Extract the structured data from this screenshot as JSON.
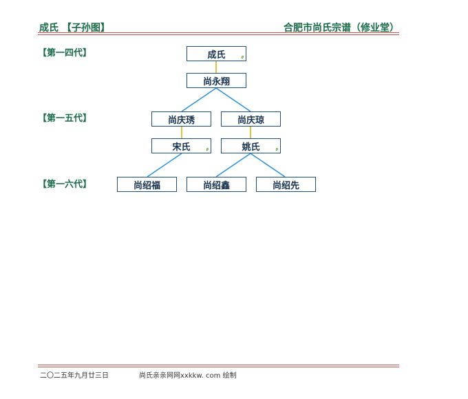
{
  "header": {
    "title_left": "成氏 【子孙图】",
    "title_right": "合肥市尚氏宗谱（修业堂）"
  },
  "generations": [
    "【第一四代】",
    "【第一五代】",
    "【第一六代】"
  ],
  "nodes": {
    "chengshi": "成氏",
    "yongxiang": "尚永翔",
    "qingxiu": "尚庆琇",
    "qingqiong": "尚庆琼",
    "songshi": "宋氏",
    "yaoshi": "姚氏",
    "shaofu": "尚绍福",
    "shaoxin": "尚绍鑫",
    "shaoxian": "尚绍先"
  },
  "footer": {
    "date": "二〇二五年九月廿三日",
    "credit": "尚氏亲亲网网xxkkw. com 绘制"
  },
  "colors": {
    "header_green": "#1a6b4a",
    "rule_red": "#c0504d",
    "node_border": "#1f4e79",
    "spouse_link": "#e0a800",
    "child_link": "#2a8fd6"
  }
}
